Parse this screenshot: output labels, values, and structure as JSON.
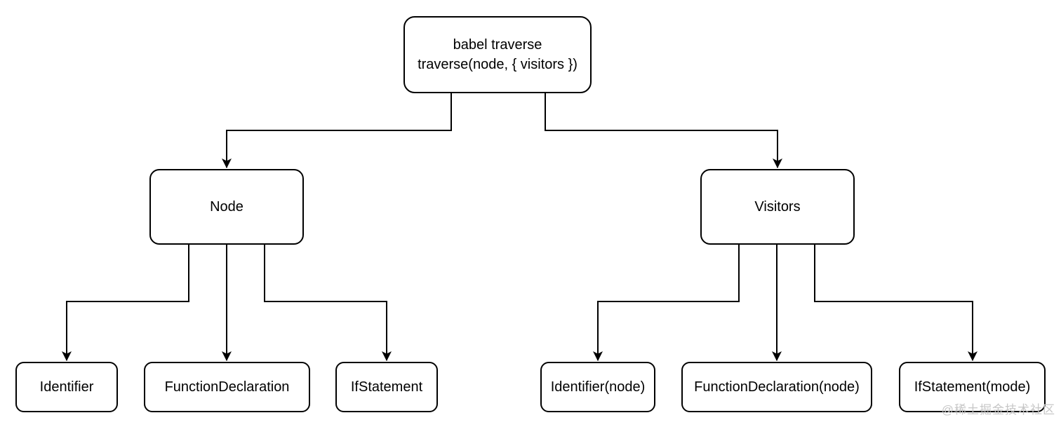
{
  "diagram": {
    "title_hint": "babel traverse tree diagram",
    "root": {
      "line1": "babel traverse",
      "line2": "traverse(node, { visitors })"
    },
    "nodes": {
      "node": "Node",
      "visitors": "Visitors",
      "identifier": "Identifier",
      "function_declaration": "FunctionDeclaration",
      "if_statement": "IfStatement",
      "identifier_node": "Identifier(node)",
      "function_declaration_node": "FunctionDeclaration(node)",
      "if_statement_mode": "IfStatement(mode)"
    },
    "edges": [
      {
        "from": "root",
        "to": "node"
      },
      {
        "from": "root",
        "to": "visitors"
      },
      {
        "from": "node",
        "to": "identifier"
      },
      {
        "from": "node",
        "to": "function_declaration"
      },
      {
        "from": "node",
        "to": "if_statement"
      },
      {
        "from": "visitors",
        "to": "identifier_node"
      },
      {
        "from": "visitors",
        "to": "function_declaration_node"
      },
      {
        "from": "visitors",
        "to": "if_statement_mode"
      }
    ],
    "watermark": "@稀土掘金技术社区",
    "colors": {
      "stroke": "#000000",
      "box_fill": "#ffffff",
      "background": "#ffffff",
      "watermark": "#c7c7c7"
    }
  }
}
